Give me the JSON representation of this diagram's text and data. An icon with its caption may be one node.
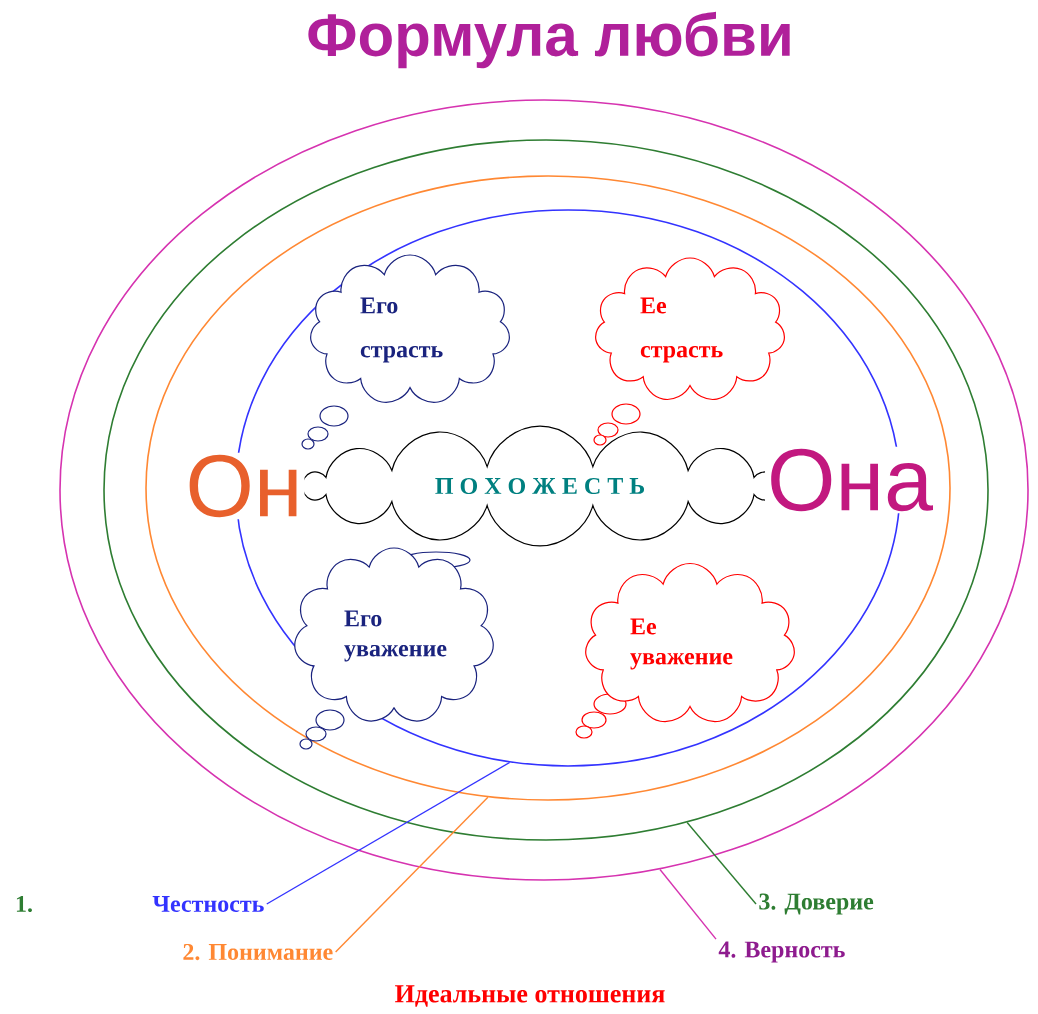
{
  "diagram": {
    "title": "Формула любви",
    "caption": "Идеальные отношения",
    "nodes": [
      {
        "text": [],
        "shape": "ellipse"
      },
      {
        "text": [],
        "shape": "ellipse",
        "in": 0
      },
      {
        "text": [],
        "shape": "ellipse",
        "in": 1
      },
      {
        "text": [],
        "shape": "ellipse",
        "in": 2
      },
      {
        "text": [
          "Его страсть"
        ],
        "in": 3
      },
      {
        "text": [
          "Ее страсть"
        ],
        "in": 3
      },
      {
        "text": [
          "П О Х О Ж Е С Т Ь"
        ],
        "in": 3
      },
      {
        "text": [
          "Его уважение"
        ],
        "in": 3
      },
      {
        "text": [
          "Ее уважение"
        ],
        "in": 3
      },
      {
        "text": [
          "Честность"
        ]
      },
      {
        "text": [
          "2. Понимание"
        ]
      },
      {
        "text": [
          "3. Доверие"
        ]
      },
      {
        "text": [
          "4. Верность"
        ]
      }
    ],
    "edges": [
      {
        "from": 9,
        "to": 3,
        "arrow": "none",
        "color": "#3333ff"
      },
      {
        "from": 10,
        "to": 2,
        "arrow": "none",
        "color": "#ff8833"
      },
      {
        "from": 11,
        "to": 1,
        "arrow": "none",
        "color": "#2e7d32"
      },
      {
        "from": 12,
        "to": 0,
        "arrow": "none",
        "color": "#d633b0"
      }
    ],
    "labels": [
      "Он",
      "Она",
      "1."
    ]
  }
}
